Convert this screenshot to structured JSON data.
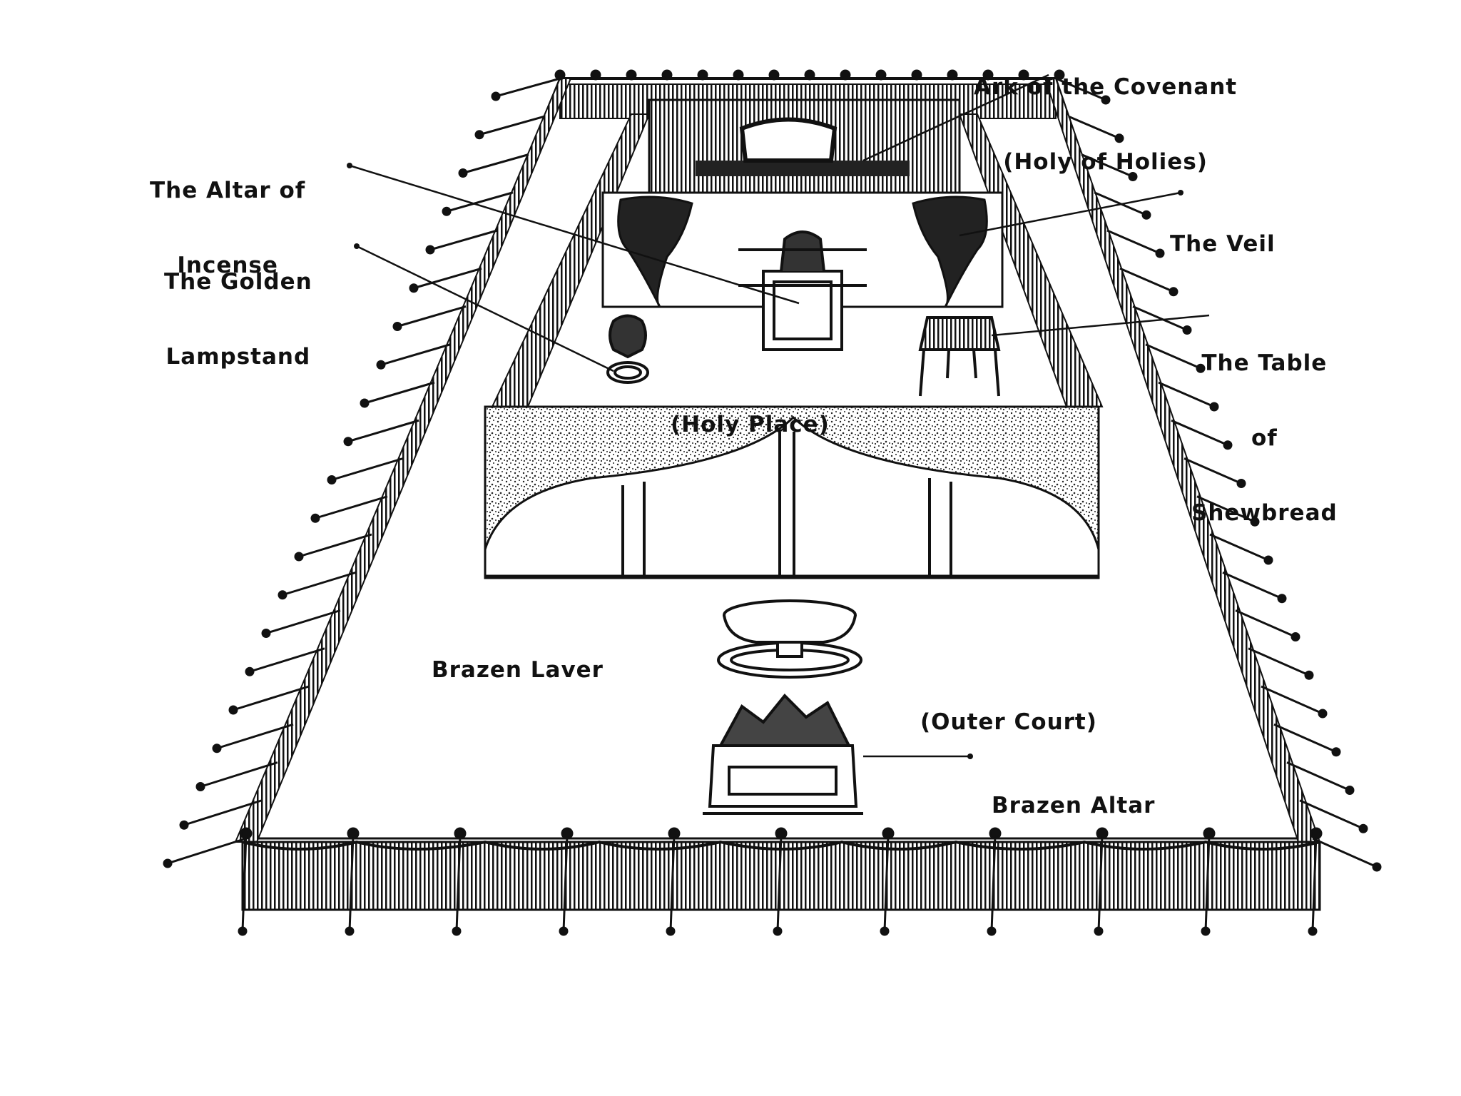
{
  "labels": {
    "ark": {
      "line1": "Ark of the Covenant",
      "line2": "(Holy of Holies)"
    },
    "altar_incense": {
      "line1": "The Altar of",
      "line2": "Incense"
    },
    "veil": "The Veil",
    "golden_lampstand": {
      "line1": "The Golden",
      "line2": "Lampstand"
    },
    "table_shewbread": {
      "line1": "The Table",
      "line2": "of",
      "line3": "Shewbread"
    },
    "holy_place": "(Holy Place)",
    "brazen_laver": "Brazen Laver",
    "outer_court": "(Outer Court)",
    "brazen_altar": "Brazen Altar"
  },
  "colors": {
    "ink": "#111111",
    "background": "#ffffff"
  }
}
